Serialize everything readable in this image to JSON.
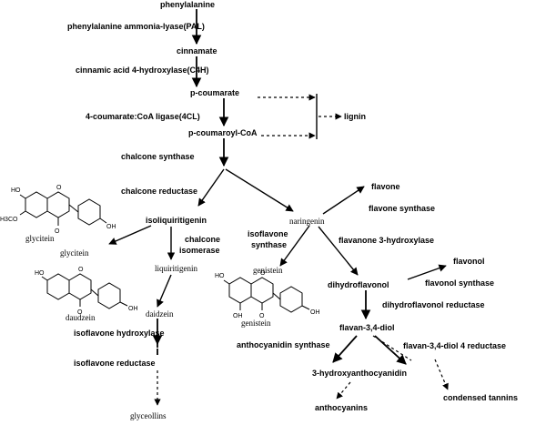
{
  "nodes": {
    "phenylalanine": "phenylalanine",
    "cinnamate": "cinnamate",
    "p_coumarate": "p-coumarate",
    "lignin": "lignin",
    "p_coumaroyl_coa": "p-coumaroyl-CoA",
    "isoliquiritigenin": "isoliquiritigenin",
    "naringenin": "naringenin",
    "flavone": "flavone",
    "glycitein_1": "glycitein",
    "glycitein_2": "glycitein",
    "liquiritigenin": "liquiritigenin",
    "genistein_1": "genistein",
    "genistein_2": "genistein",
    "dihydroflavonol": "dihydroflavonol",
    "flavonol": "flavonol",
    "daidzein_1": "daudzein",
    "daidzein_2": "daidzein",
    "flavan_3_4_diol": "flavan-3,4-diol",
    "hydroxyanthocyanidin": "3-hydroxyanthocyanidin",
    "anthocyanins": "anthocyanins",
    "condensed_tannins": "condensed tannins",
    "glyceollins": "glyceollins"
  },
  "enzymes": {
    "pal": "phenylalanine ammonia-lyase(PAL)",
    "c4h": "cinnamic acid 4-hydroxylase(C4H)",
    "four_cl": "4-coumarate:CoA ligase(4CL)",
    "chs": "chalcone synthase",
    "chr": "chalcone reductase",
    "fns": "flavone synthase",
    "chi_1": "chalcone",
    "chi_2": "isomerase",
    "ifs_1": "isoflavone",
    "ifs_2": "synthase",
    "f3h": "flavanone 3-hydroxylase",
    "fls": "flavonol synthase",
    "dfr": "dihydroflavonol reductase",
    "ifh": "isoflavone hydroxylase",
    "ans": "anthocyanidin synthase",
    "lar": "flavan-3,4-diol 4 reductase",
    "ifr": "isoflavone reductase"
  },
  "structure_labels": {
    "oh": "OH",
    "o": "O",
    "h3co": "H3CO",
    "ho": "HO"
  }
}
